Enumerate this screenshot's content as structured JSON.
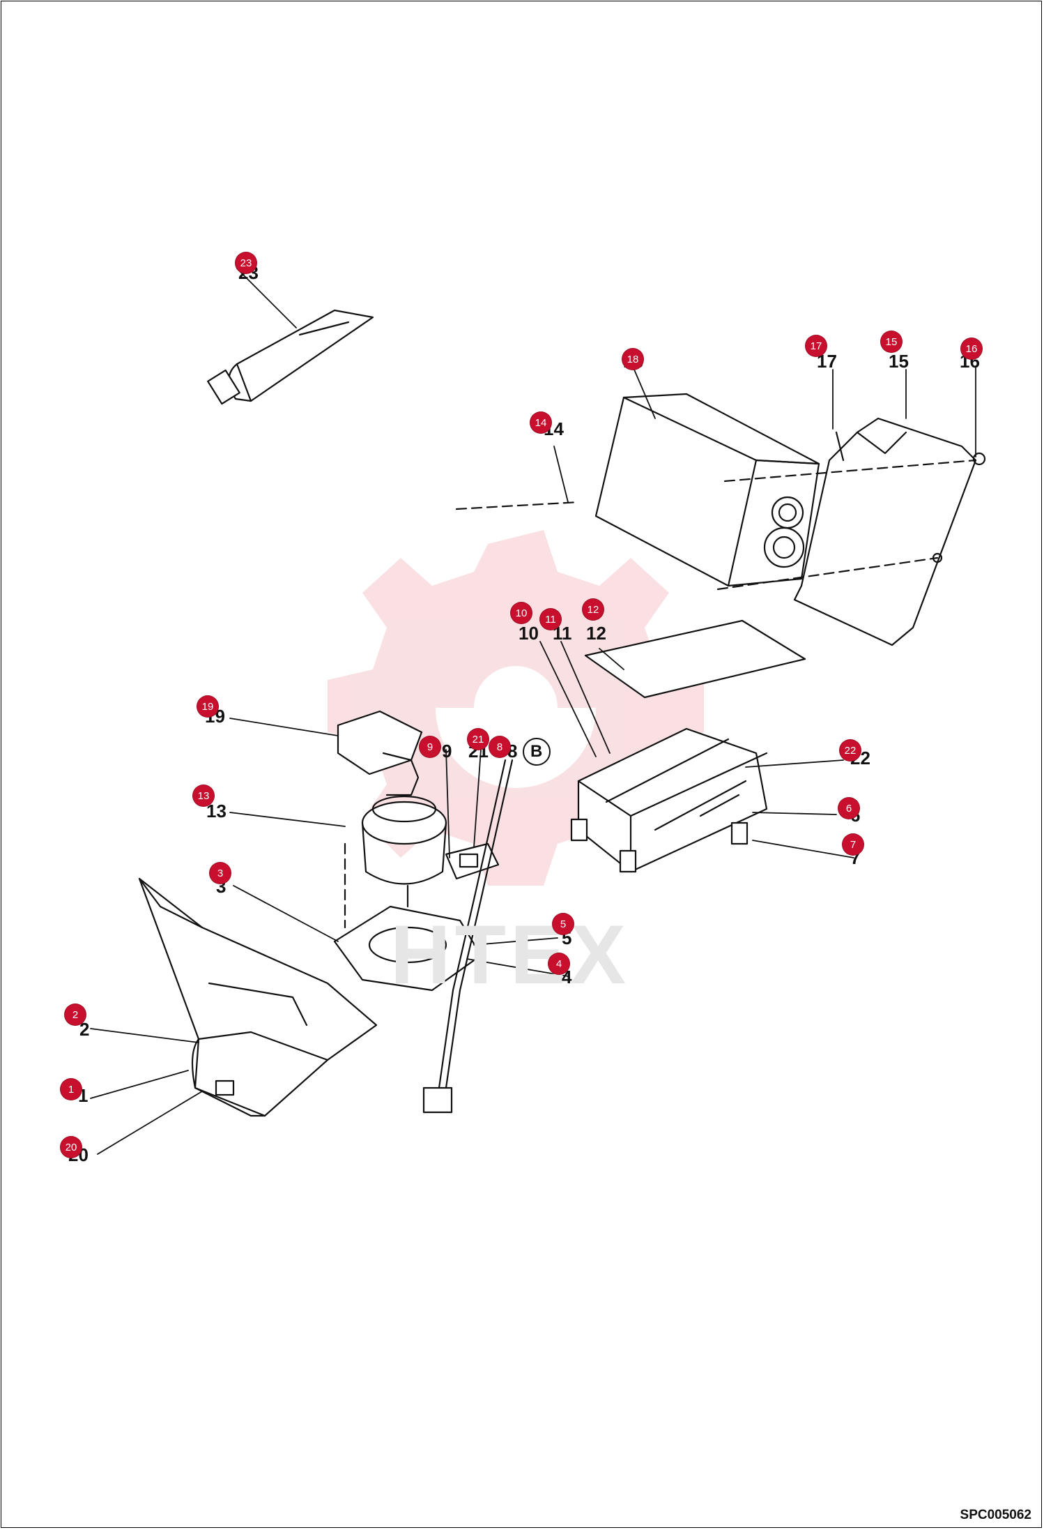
{
  "drawing_code": "SPC005062",
  "watermark": {
    "text": "HTEX",
    "color": "#f5c7cc"
  },
  "colors": {
    "callout": "#c8102e",
    "line": "#111111"
  },
  "detail_marker": "B",
  "callouts": [
    "1",
    "2",
    "3",
    "4",
    "5",
    "6",
    "7",
    "8",
    "9",
    "10",
    "11",
    "12",
    "13",
    "14",
    "15",
    "16",
    "17",
    "18",
    "19",
    "20",
    "21",
    "22",
    "23"
  ],
  "part_labels": [
    "2",
    "3",
    "4",
    "5",
    "6",
    "7",
    "8",
    "9",
    "10",
    "11",
    "12",
    "13",
    "14",
    "15",
    "16",
    "17",
    "18",
    "19",
    "20",
    "21",
    "22",
    "23",
    "1"
  ]
}
